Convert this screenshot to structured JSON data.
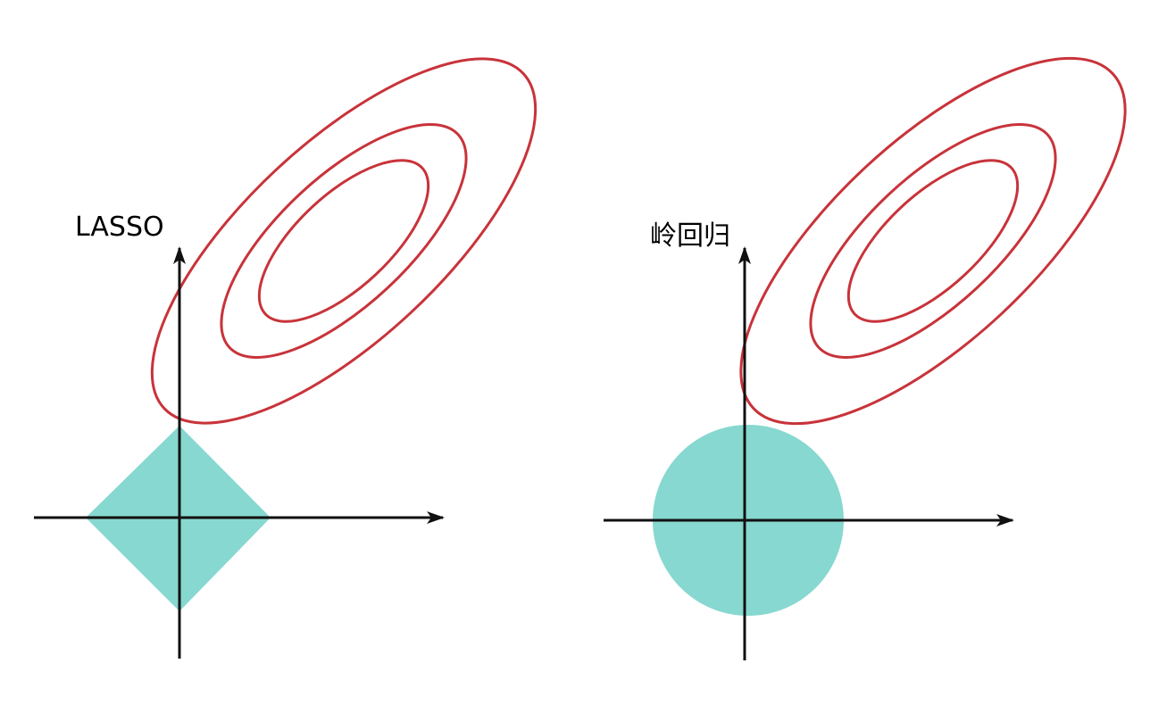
{
  "colors": {
    "background": "#ffffff",
    "axis": "#111111",
    "contour": "#c8333a",
    "constraint_region": "#86d8d0"
  },
  "panels": [
    {
      "id": "lasso",
      "label": "LASSO",
      "constraint_shape": "diamond"
    },
    {
      "id": "ridge",
      "label": "岭回归",
      "constraint_shape": "circle"
    }
  ]
}
